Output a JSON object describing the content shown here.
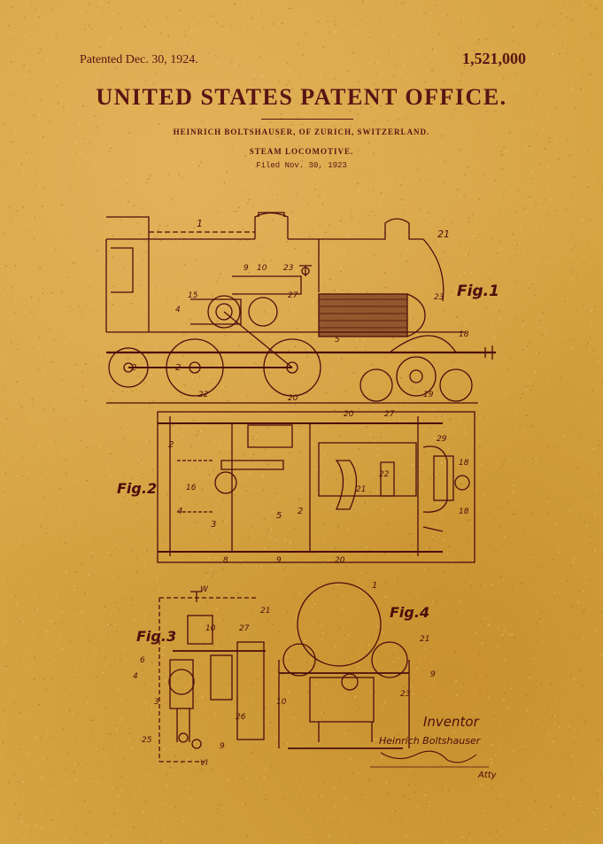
{
  "header": {
    "patented": "Patented Dec. 30, 1924.",
    "number": "1,521,000",
    "office": "UNITED STATES PATENT OFFICE.",
    "inventor": "HEINRICH BOLTSHAUSER, OF ZURICH, SWITZERLAND.",
    "invention": "STEAM LOCOMOTIVE.",
    "filed": "Filed Nov. 30, 1923"
  },
  "figures": {
    "fig1": "Fig.1",
    "fig2": "Fig.2",
    "fig3": "Fig.3",
    "fig4": "Fig.4"
  },
  "signature": {
    "caption": "Inventor",
    "name": "Heinrich Boltshauser",
    "attorney": "Atty"
  },
  "colors": {
    "background": "#d6a443",
    "ink": "#5a1414"
  }
}
